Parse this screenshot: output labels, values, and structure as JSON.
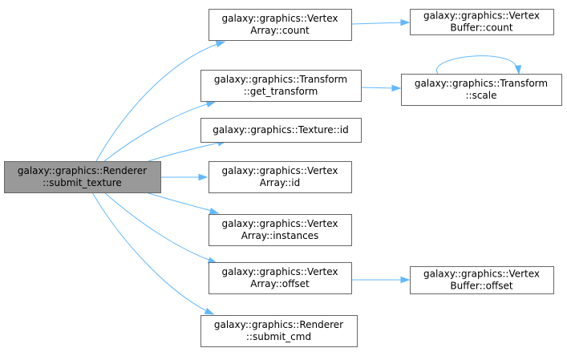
{
  "graph": {
    "edge_color": "#63b8ff",
    "root_fill": "#999999",
    "node_fill": "#ffffff",
    "border_color": "#666666",
    "nodes": [
      {
        "id": "root",
        "lines": [
          "galaxy::graphics::Renderer",
          "::submit_texture"
        ]
      },
      {
        "id": "va_count",
        "lines": [
          "galaxy::graphics::Vertex",
          "Array::count"
        ]
      },
      {
        "id": "vb_count",
        "lines": [
          "galaxy::graphics::Vertex",
          "Buffer::count"
        ]
      },
      {
        "id": "tf_get",
        "lines": [
          "galaxy::graphics::Transform",
          "::get_transform"
        ]
      },
      {
        "id": "tf_scale",
        "lines": [
          "galaxy::graphics::Transform",
          "::scale"
        ]
      },
      {
        "id": "tex_id",
        "lines": [
          "galaxy::graphics::Texture::id"
        ]
      },
      {
        "id": "va_id",
        "lines": [
          "galaxy::graphics::Vertex",
          "Array::id"
        ]
      },
      {
        "id": "va_inst",
        "lines": [
          "galaxy::graphics::Vertex",
          "Array::instances"
        ]
      },
      {
        "id": "va_offset",
        "lines": [
          "galaxy::graphics::Vertex",
          "Array::offset"
        ]
      },
      {
        "id": "vb_offset",
        "lines": [
          "galaxy::graphics::Vertex",
          "Buffer::offset"
        ]
      },
      {
        "id": "submit_cmd",
        "lines": [
          "galaxy::graphics::Renderer",
          "::submit_cmd"
        ]
      }
    ],
    "edges": [
      {
        "from": "root",
        "to": "va_count"
      },
      {
        "from": "root",
        "to": "tf_get"
      },
      {
        "from": "root",
        "to": "tex_id"
      },
      {
        "from": "root",
        "to": "va_id"
      },
      {
        "from": "root",
        "to": "va_inst"
      },
      {
        "from": "root",
        "to": "va_offset"
      },
      {
        "from": "root",
        "to": "submit_cmd"
      },
      {
        "from": "va_count",
        "to": "vb_count"
      },
      {
        "from": "tf_get",
        "to": "tf_scale"
      },
      {
        "from": "tf_scale",
        "to": "tf_scale"
      },
      {
        "from": "va_offset",
        "to": "vb_offset"
      }
    ]
  }
}
